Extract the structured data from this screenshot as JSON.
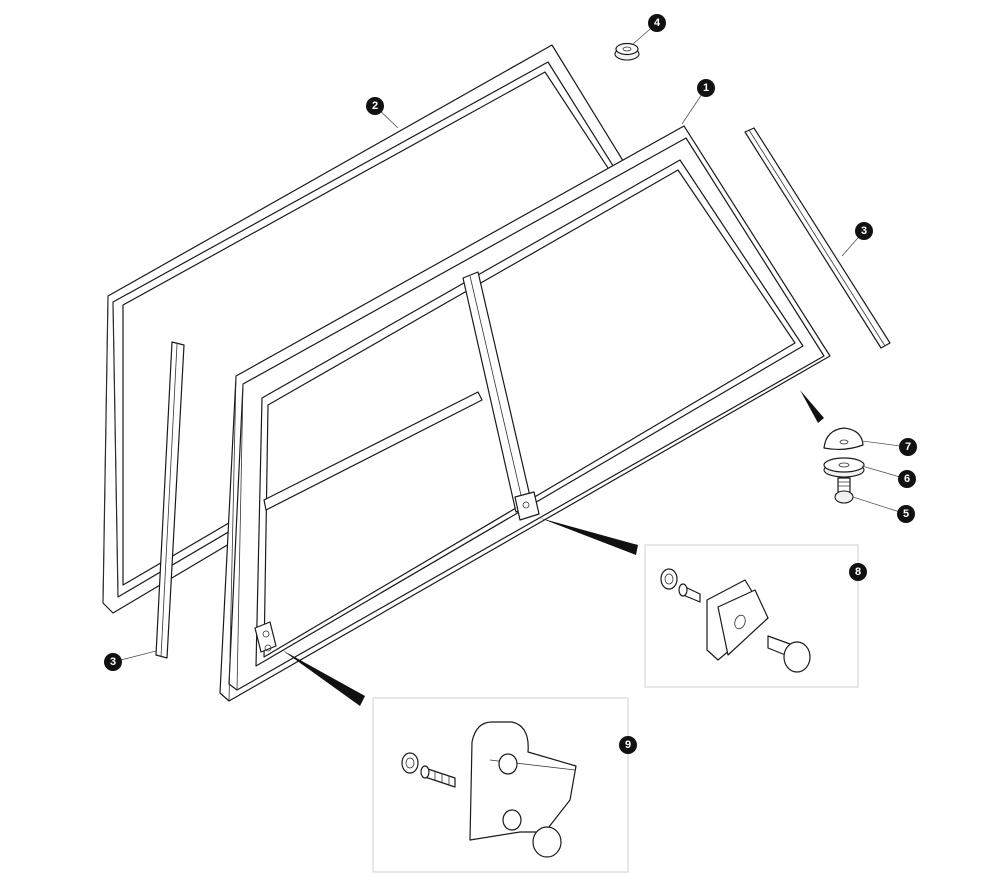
{
  "diagram": {
    "callouts": [
      {
        "id": "c1",
        "label": "1"
      },
      {
        "id": "c2",
        "label": "2"
      },
      {
        "id": "c3a",
        "label": "3"
      },
      {
        "id": "c3b",
        "label": "3"
      },
      {
        "id": "c4",
        "label": "4"
      },
      {
        "id": "c5",
        "label": "5"
      },
      {
        "id": "c6",
        "label": "6"
      },
      {
        "id": "c7",
        "label": "7"
      },
      {
        "id": "c8",
        "label": "8"
      },
      {
        "id": "c9",
        "label": "9"
      }
    ],
    "colors": {
      "line": "#1a1a1a",
      "callout_fill": "#111111",
      "callout_text": "#ffffff",
      "inset_border": "#cfcfcf"
    }
  }
}
